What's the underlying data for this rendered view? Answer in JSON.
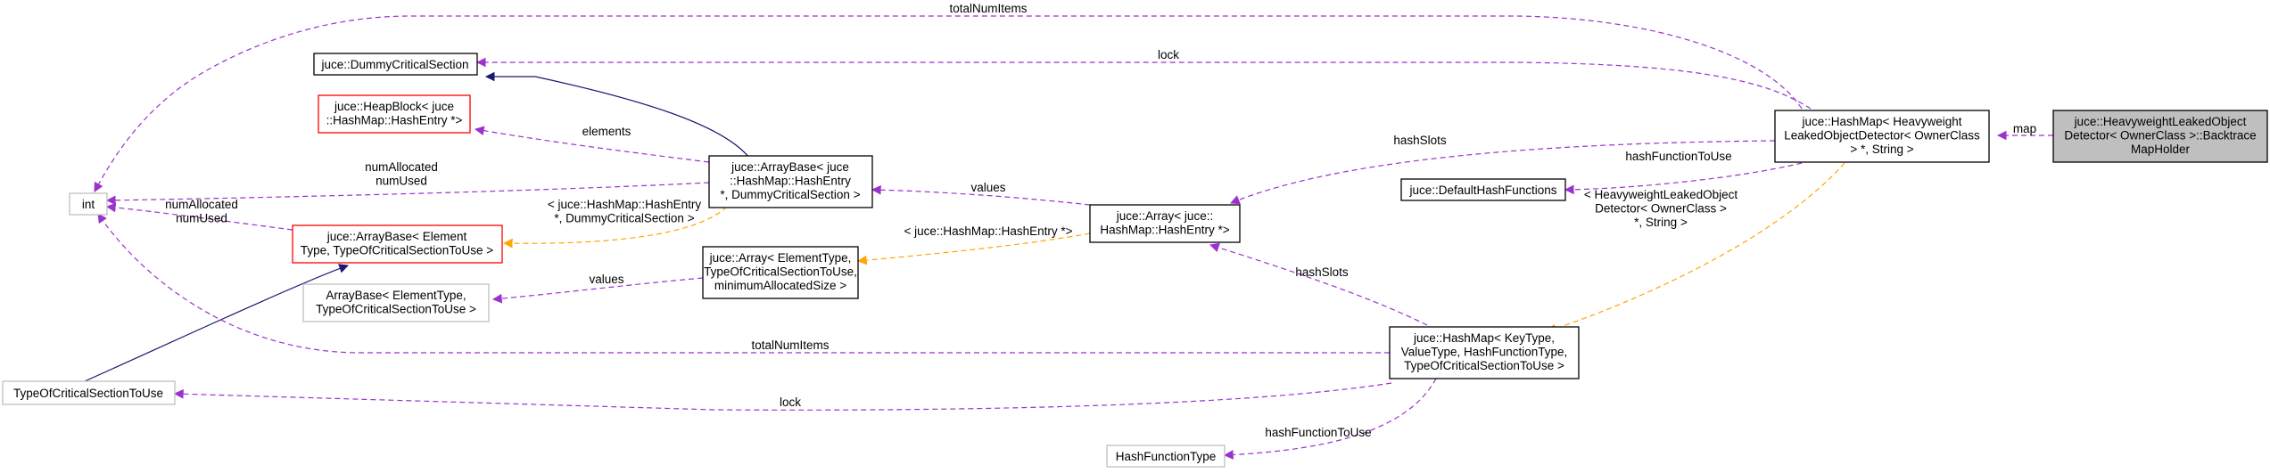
{
  "colors": {
    "usage": "#9a32cd",
    "template": "#ffa500",
    "inherit": "#191970",
    "box_black": "#000000",
    "box_red": "#ff0000",
    "box_gray": "#bfbfbf",
    "highlight_fill": "#bfbfbf"
  },
  "nodes": {
    "holder": {
      "lines": [
        "juce::HeavyweightLeakedObject",
        "Detector< OwnerClass >::Backtrace",
        "MapHolder"
      ]
    },
    "hashmap_heavy": {
      "lines": [
        "juce::HashMap< Heavyweight",
        "LeakedObjectDetector< OwnerClass",
        "> *, String >"
      ]
    },
    "dummy_cs": {
      "lines": [
        "juce::DummyCriticalSection"
      ]
    },
    "heapblock": {
      "lines": [
        "juce::HeapBlock< juce",
        "::HashMap::HashEntry *>"
      ]
    },
    "int": {
      "lines": [
        "int"
      ]
    },
    "arraybase_hash": {
      "lines": [
        "juce::ArrayBase< juce",
        "::HashMap::HashEntry",
        "*, DummyCriticalSection >"
      ]
    },
    "arraybase_generic": {
      "lines": [
        "juce::ArrayBase< Element",
        "Type, TypeOfCriticalSectionToUse >"
      ]
    },
    "default_hash": {
      "lines": [
        "juce::DefaultHashFunctions"
      ]
    },
    "array_hash": {
      "lines": [
        "juce::Array< juce::",
        "HashMap::HashEntry *>"
      ]
    },
    "array_generic": {
      "lines": [
        "juce::Array< ElementType,",
        "TypeOfCriticalSectionToUse,",
        "minimumAllocatedSize >"
      ]
    },
    "arraybase_plain": {
      "lines": [
        "ArrayBase< ElementType,",
        "TypeOfCriticalSectionToUse >"
      ]
    },
    "typeofcs": {
      "lines": [
        "TypeOfCriticalSectionToUse"
      ]
    },
    "hashmap_generic": {
      "lines": [
        "juce::HashMap< KeyType,",
        "ValueType, HashFunctionType,",
        "TypeOfCriticalSectionToUse >"
      ]
    },
    "hashfunctype": {
      "lines": [
        "HashFunctionType"
      ]
    }
  },
  "edge_labels": {
    "map": [
      "map"
    ],
    "total_top": [
      "totalNumItems"
    ],
    "lock_top": [
      "lock"
    ],
    "hashslots_top": [
      "hashSlots"
    ],
    "hashfunc_top": [
      "hashFunctionToUse"
    ],
    "template_top": [
      "< HeavyweightLeakedObject",
      "Detector< OwnerClass >",
      "*, String >"
    ],
    "elements": [
      "elements"
    ],
    "numalloc_top": [
      "numAllocated",
      "numUsed"
    ],
    "numalloc_bottom": [
      "numAllocated",
      "numUsed"
    ],
    "template_hashentry_dcs": [
      "< juce::HashMap::HashEntry",
      "*, DummyCriticalSection >"
    ],
    "values_top": [
      "values"
    ],
    "template_hashentry": [
      "< juce::HashMap::HashEntry *>"
    ],
    "values_bottom": [
      "values"
    ],
    "hashslots_bottom": [
      "hashSlots"
    ],
    "total_bottom": [
      "totalNumItems"
    ],
    "lock_bottom": [
      "lock"
    ],
    "hashfunc_bottom": [
      "hashFunctionToUse"
    ]
  }
}
